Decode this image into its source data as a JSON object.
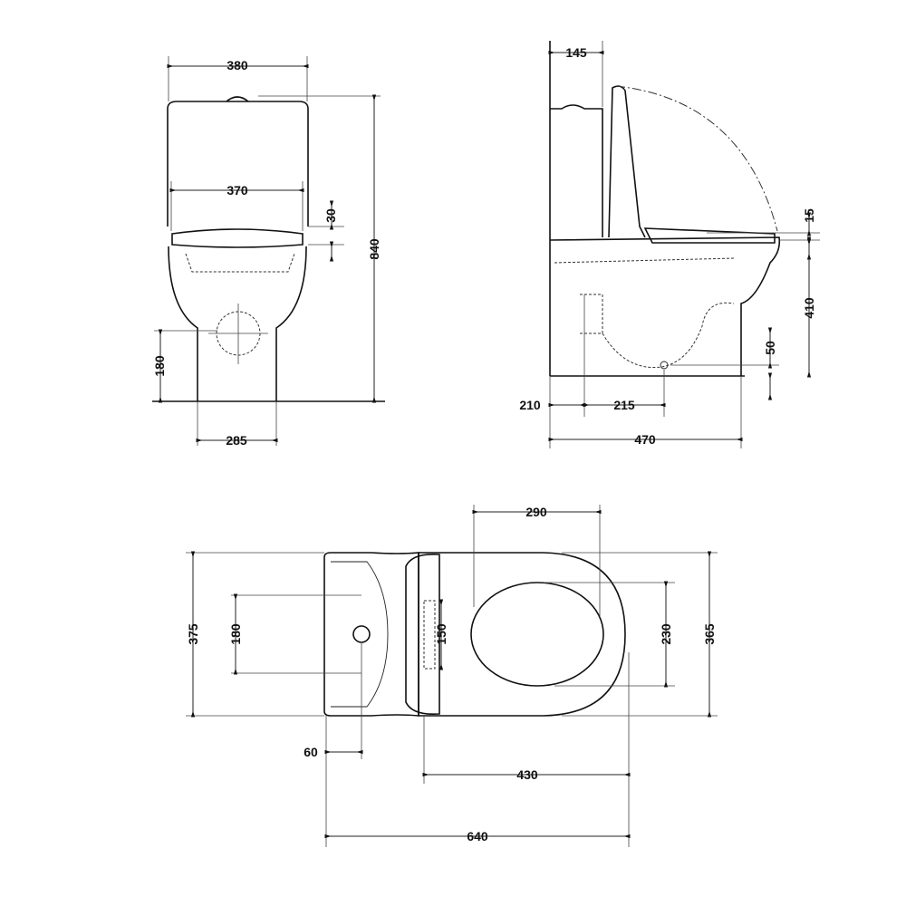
{
  "front_view": {
    "tank_width": "380",
    "lid_width": "370",
    "lid_gap": "30",
    "total_height": "840",
    "outlet_height": "180",
    "pedestal_width": "285"
  },
  "side_view": {
    "tank_depth": "145",
    "seat_gap": "15",
    "seat_height": "410",
    "outlet_offset": "50",
    "wall_offset": "210",
    "outlet_center": "215",
    "total_depth": "470"
  },
  "top_view": {
    "seat_opening": "290",
    "tank_width": "375",
    "fixing_spacing": "180",
    "hinge_spacing": "150",
    "seat_inner_width": "230",
    "bowl_width": "365",
    "fixing_offset": "60",
    "bowl_length": "430",
    "total_length": "640"
  }
}
